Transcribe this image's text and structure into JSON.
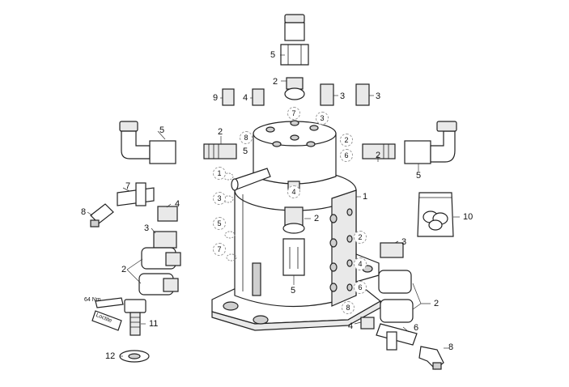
{
  "callouts": [
    {
      "text": "5"
    },
    {
      "text": "2"
    },
    {
      "text": "9"
    },
    {
      "text": "4"
    },
    {
      "text": "3"
    },
    {
      "text": "3"
    },
    {
      "text": "5"
    },
    {
      "text": "2"
    },
    {
      "text": "5"
    },
    {
      "text": "2"
    },
    {
      "text": "5"
    },
    {
      "text": "1"
    },
    {
      "text": "4"
    },
    {
      "text": "2"
    },
    {
      "text": "7"
    },
    {
      "text": "4"
    },
    {
      "text": "8"
    },
    {
      "text": "3"
    },
    {
      "text": "2"
    },
    {
      "text": "10"
    },
    {
      "text": "3"
    },
    {
      "text": "5"
    },
    {
      "text": "2"
    },
    {
      "text": "11"
    },
    {
      "text": "12"
    },
    {
      "text": "4"
    },
    {
      "text": "6"
    },
    {
      "text": "8"
    }
  ],
  "ring_labels": [
    {
      "text": "7"
    },
    {
      "text": "3"
    },
    {
      "text": "8"
    },
    {
      "text": "2"
    },
    {
      "text": "1"
    },
    {
      "text": "6"
    },
    {
      "text": "4"
    },
    {
      "text": "3"
    },
    {
      "text": "5"
    },
    {
      "text": "7"
    },
    {
      "text": "2"
    },
    {
      "text": "4"
    },
    {
      "text": "6"
    },
    {
      "text": "8"
    }
  ],
  "torque_tag": "64 Nm",
  "loctite_tag": "Loctite"
}
